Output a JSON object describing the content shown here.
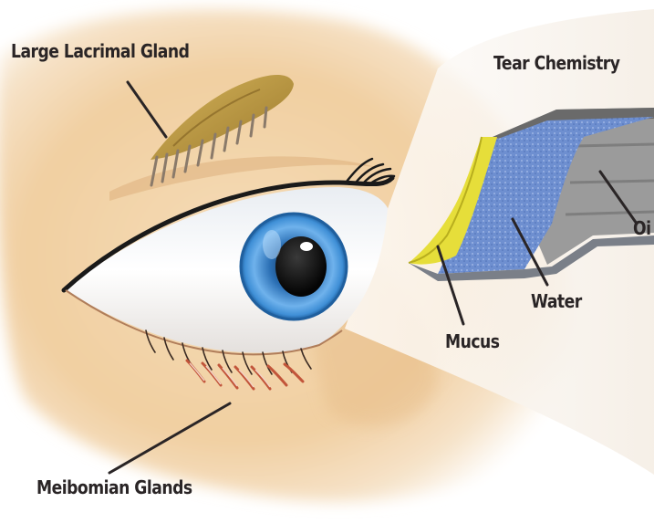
{
  "labels": {
    "lacrimal_gland": "Large Lacrimal Gland",
    "tear_chemistry": "Tear Chemistry",
    "oil": "Oi",
    "water": "Water",
    "mucus": "Mucus",
    "meibomian_glands": "Meibomian Glands"
  },
  "colors": {
    "skin": "#f2d2a6",
    "iris": "#3f8fd6",
    "mucus_layer": "#e6de3a",
    "water_layer": "#6f8fcf",
    "oil_layer": "#9b9b9b",
    "label_text": "#2a2526"
  }
}
